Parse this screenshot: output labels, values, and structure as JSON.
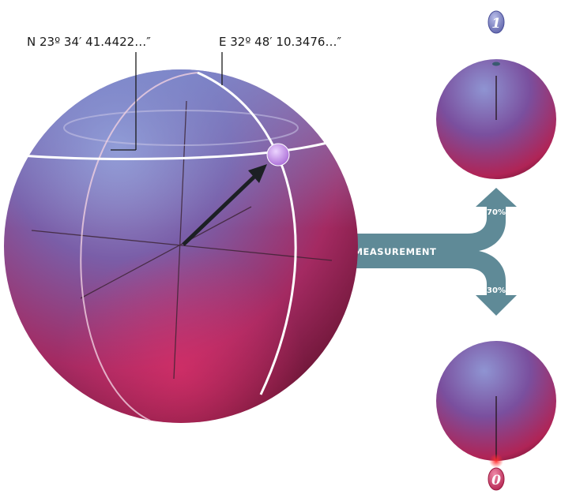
{
  "latitude_label": "N 23º 34′ 41.4422…″",
  "longitude_label": "E 32º 48′ 10.3476…″",
  "measurement_label": "MEASUREMENT",
  "outcome_top": {
    "probability": "70%",
    "state": "1"
  },
  "outcome_bottom": {
    "probability": "30%",
    "state": "0"
  },
  "colors": {
    "sphere_top": "#6a7bbf",
    "sphere_bottom": "#b81e4a",
    "flow_arrow": "#5f8a97",
    "state_point": "#c08ae0",
    "measured_dot": "#ff2a2a"
  }
}
